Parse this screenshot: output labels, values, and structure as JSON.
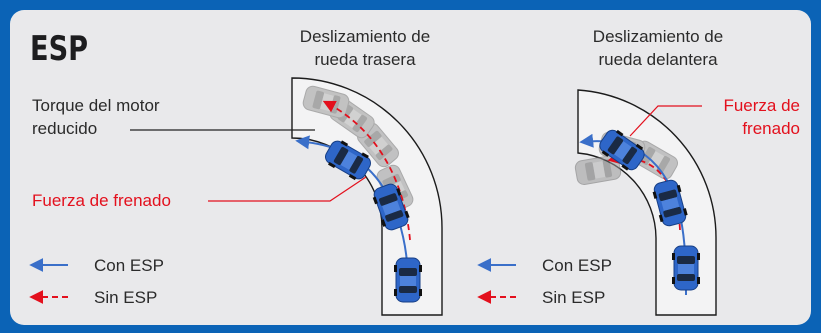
{
  "title": "ESP",
  "left_scenario": {
    "title_line1": "Deslizamiento de",
    "title_line2": "rueda trasera",
    "torque_line1": "Torque del motor",
    "torque_line2": "reducido",
    "braking_force": "Fuerza de frenado"
  },
  "right_scenario": {
    "title_line1": "Deslizamiento de",
    "title_line2": "rueda delantera",
    "braking_line1": "Fuerza de",
    "braking_line2": "frenado"
  },
  "legend": {
    "with_esp": "Con ESP",
    "without_esp": "Sin ESP"
  },
  "colors": {
    "brand_blue": "#0b63b6",
    "car_blue": "#2e66c8",
    "accent_red": "#e3101d"
  }
}
